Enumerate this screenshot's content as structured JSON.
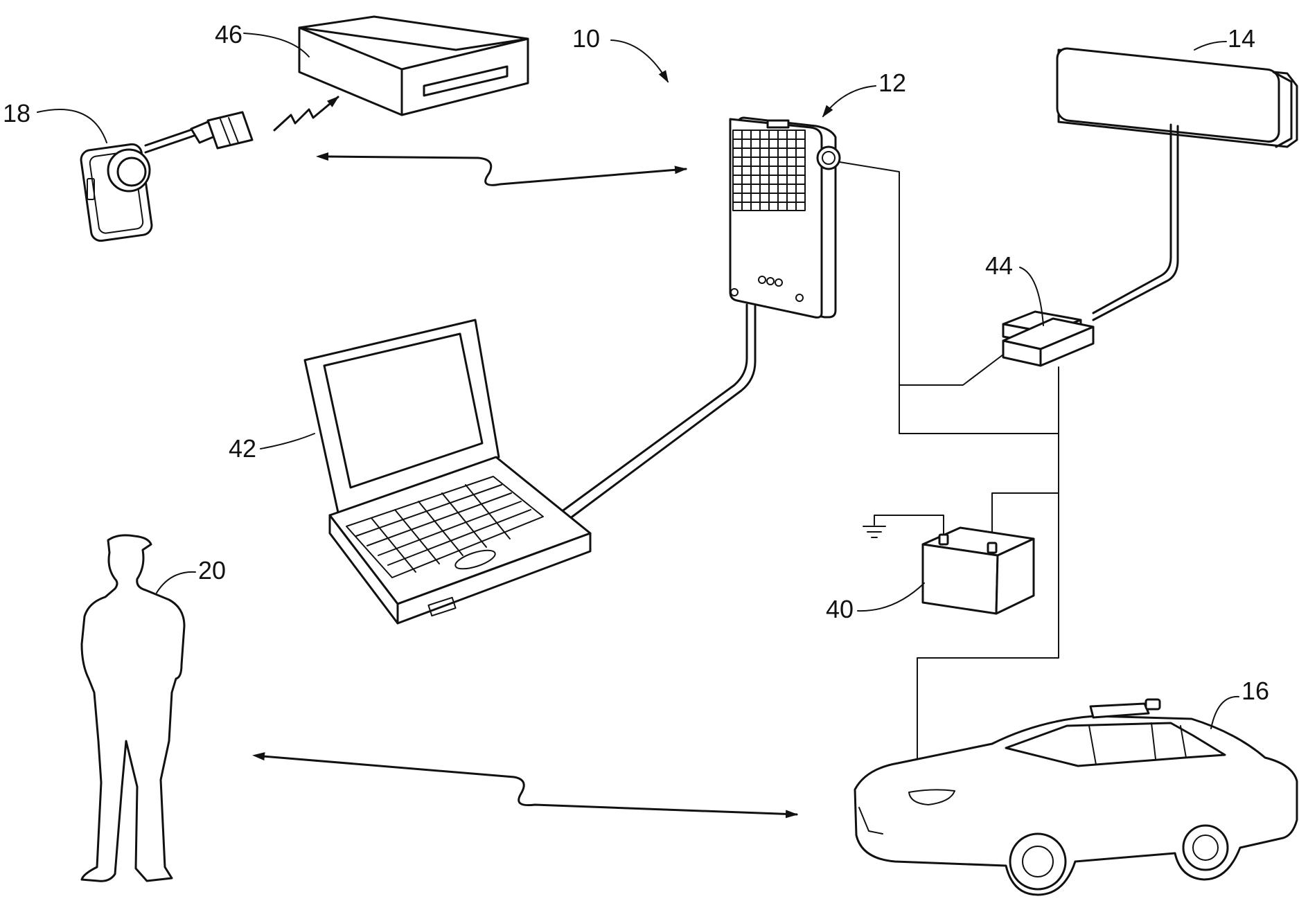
{
  "labels": {
    "system": "10",
    "dvr": "12",
    "display": "14",
    "vehicle": "16",
    "camera": "18",
    "officer": "20",
    "battery": "40",
    "laptop": "42",
    "junction": "44",
    "storage": "46"
  }
}
